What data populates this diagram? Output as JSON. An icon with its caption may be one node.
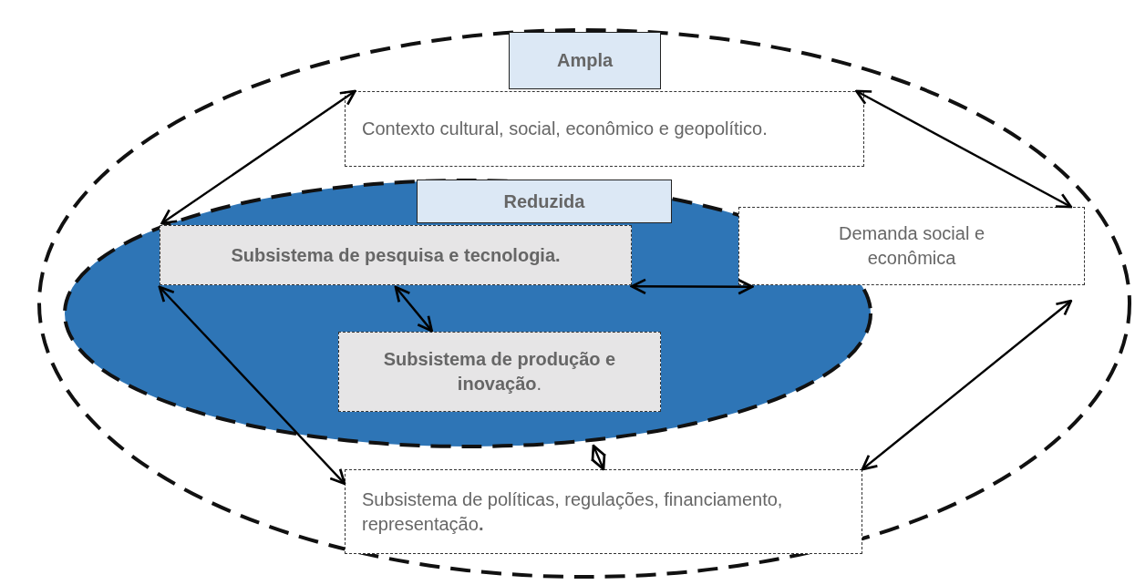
{
  "diagram": {
    "nodes": [
      {
        "text": [
          "Ampla"
        ]
      },
      {
        "text": [
          "Contexto cultural, social, econômico e geopolítico."
        ],
        "in": 0
      },
      {
        "text": [
          "Reduzida"
        ],
        "in": 0
      },
      {
        "text": [
          "Demanda social e econômica"
        ],
        "in": 0
      },
      {
        "text": [
          "Subsistema de pesquisa e tecnologia."
        ],
        "in": 2
      },
      {
        "text": [
          "**Subsistema de produção e inovação**."
        ],
        "in": 2
      },
      {
        "text": [
          "Subsistema de políticas, regulações, financiamento, representação**.**"
        ],
        "in": 0
      }
    ],
    "edges": [
      {
        "from": 1,
        "to": 4,
        "arrow": "both"
      },
      {
        "from": 1,
        "to": 3,
        "arrow": "both"
      },
      {
        "from": 4,
        "to": 3,
        "arrow": "both"
      },
      {
        "from": 4,
        "to": 5,
        "arrow": "both"
      },
      {
        "from": 4,
        "to": 6,
        "arrow": "both"
      },
      {
        "from": 2,
        "to": 6,
        "arrow": "both"
      },
      {
        "from": 3,
        "to": 6,
        "arrow": "both"
      }
    ]
  }
}
